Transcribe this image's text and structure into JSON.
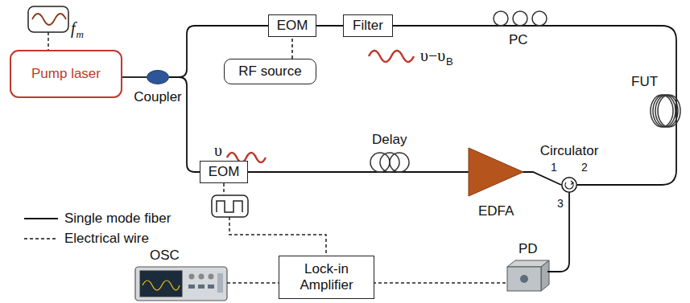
{
  "diagram": {
    "nodes": [
      {
        "text": [
          "Pump laser"
        ]
      },
      {
        "text": [
          "Coupler"
        ]
      },
      {
        "text": [
          "EOM"
        ]
      },
      {
        "text": [
          "RF source"
        ]
      },
      {
        "text": [
          "Filter"
        ]
      },
      {
        "text": [
          "EOM"
        ]
      },
      {
        "text": [
          "Circulator"
        ]
      },
      {
        "text": [
          "Lock-in Amplifier"
        ]
      }
    ],
    "edges": [
      {
        "from": 0,
        "to": 1,
        "arrow": "none"
      },
      {
        "from": 1,
        "to": 2,
        "arrow": "none"
      },
      {
        "from": 1,
        "to": 5,
        "arrow": "none"
      },
      {
        "from": 3,
        "to": 2,
        "arrow": "none"
      },
      {
        "from": 2,
        "to": 4,
        "arrow": "none"
      },
      {
        "from": 4,
        "to": 6,
        "arrow": "none"
      },
      {
        "from": 5,
        "to": 6,
        "arrow": "none"
      }
    ],
    "labels": [
      "f",
      "m",
      "υ−υ",
      "B",
      "PC",
      "FUT",
      "Delay",
      "υ",
      "EDFA",
      "1",
      "2",
      "3",
      "OSC",
      "PD"
    ],
    "legend": [
      {
        "text": "Single mode fiber"
      },
      {
        "text": "Electrical wire"
      }
    ]
  }
}
